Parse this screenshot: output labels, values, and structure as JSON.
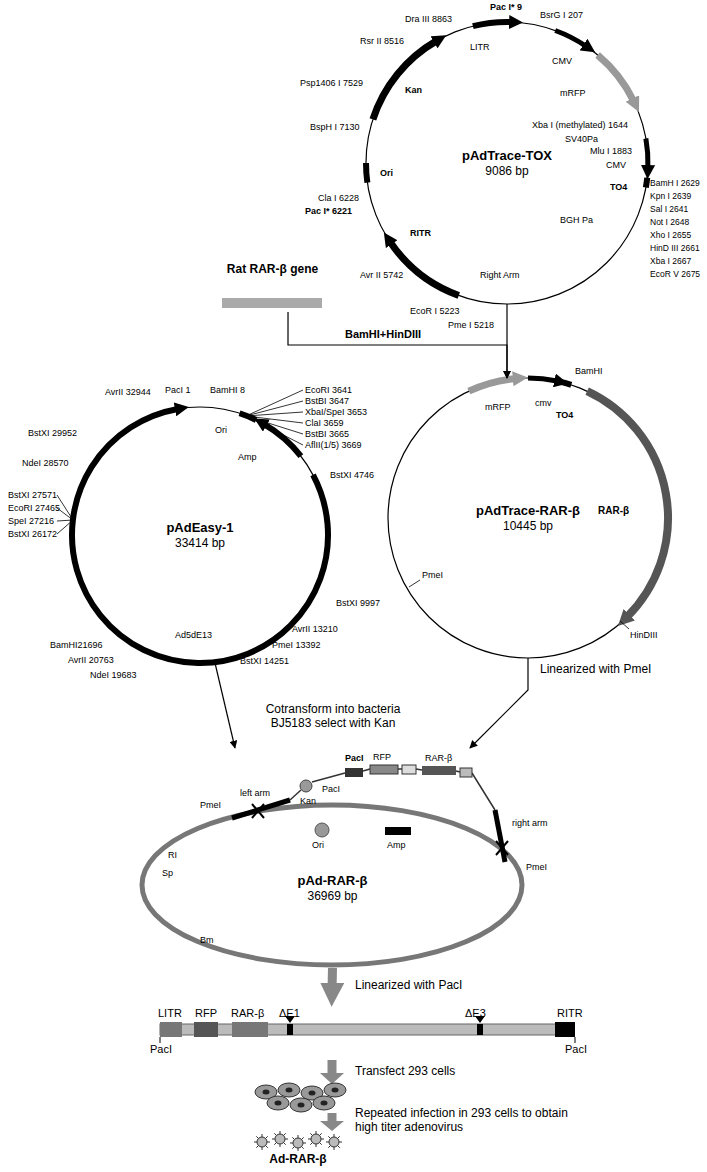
{
  "diagram": {
    "nodes": [
      {
        "text": [
          "pAdTrace-TOX",
          "9086 bp"
        ]
      },
      {
        "text": [
          "Rat RAR-β gene"
        ]
      },
      {
        "text": [
          "pAdEasy-1",
          "33414 bp"
        ]
      },
      {
        "text": [
          "pAdTrace-RAR-β",
          "10445 bp"
        ]
      },
      {
        "text": [
          "pAd-RAR-β",
          "36969 bp"
        ]
      },
      {
        "text": [
          "LITR",
          "RFP",
          "RAR-β",
          "ΔE1",
          "ΔE3",
          "RITR",
          "PacI",
          "PacI"
        ]
      }
    ],
    "edges": [
      {
        "from": 1,
        "to": 3,
        "arrow": "to",
        "label": "BamHI+HinDIII"
      },
      {
        "from": 0,
        "to": 3,
        "arrow": "to"
      },
      {
        "from": 3,
        "to": 4,
        "arrow": "to",
        "label": "Linearized with PmeI"
      },
      {
        "from": 2,
        "to": 4,
        "arrow": "to",
        "label": "Cotransform into bacteria BJ5183 select with Kan"
      },
      {
        "from": 4,
        "to": 5,
        "arrow": "to",
        "label": "Linearized with PacI"
      }
    ],
    "labels": [
      "Pac I* 9",
      "BsrG I 207",
      "Dra III 8863",
      "Rsr II 8516",
      "LITR",
      "CMV",
      "Psp1406 I 7529",
      "Kan",
      "mRFP",
      "Xba I (methylated) 1644",
      "BspH I 7130",
      "SV40Pa",
      "Mlu I 1883",
      "CMV",
      "Ori",
      "BamH I 2629",
      "Kpn I 2639",
      "Sal I 2641",
      "Not I 2648",
      "Xho I 2655",
      "HinD III 2661",
      "Xba I 2667",
      "EcoR V 2675",
      "TO4",
      "Cla I 6228",
      "Pac I* 6221",
      "BGH Pa",
      "RITR",
      "Avr II 5742",
      "Right Arm",
      "EcoR I 5223",
      "Pme I 5218",
      "AvrII 32944",
      "PacI 1",
      "BamHI 8",
      "EcoRI 3641",
      "BstBI 3647",
      "XbaI/SpeI 3653",
      "ClaI 3659",
      "BstBI 3665",
      "AflII(1/5) 3669",
      "Ori",
      "BstXI 29952",
      "Amp",
      "NdeI 28570",
      "BstXI 4746",
      "BstXI 27571",
      "EcoRI 27465",
      "SpeI 27216",
      "BstXI 26172",
      "BstXI 9997",
      "AvrII 13210",
      "Ad5dE13",
      "BamHI21696",
      "PmeI 13392",
      "AvrII 20763",
      "BstXI 14251",
      "NdeI 19683",
      "BamHI",
      "cmv",
      "mRFP",
      "TO4",
      "RAR-β",
      "PmeI",
      "HinDIII",
      "left arm",
      "PmeI",
      "PacI",
      "RFP",
      "RAR-β",
      "PacI",
      "Kan",
      "right arm",
      "Ori",
      "Amp",
      "RI",
      "PmeI",
      "Sp",
      "Bm",
      "Transfect 293 cells",
      "Repeated infection in 293 cells to obtain high titer adenovirus",
      "Ad-RAR-β"
    ]
  }
}
